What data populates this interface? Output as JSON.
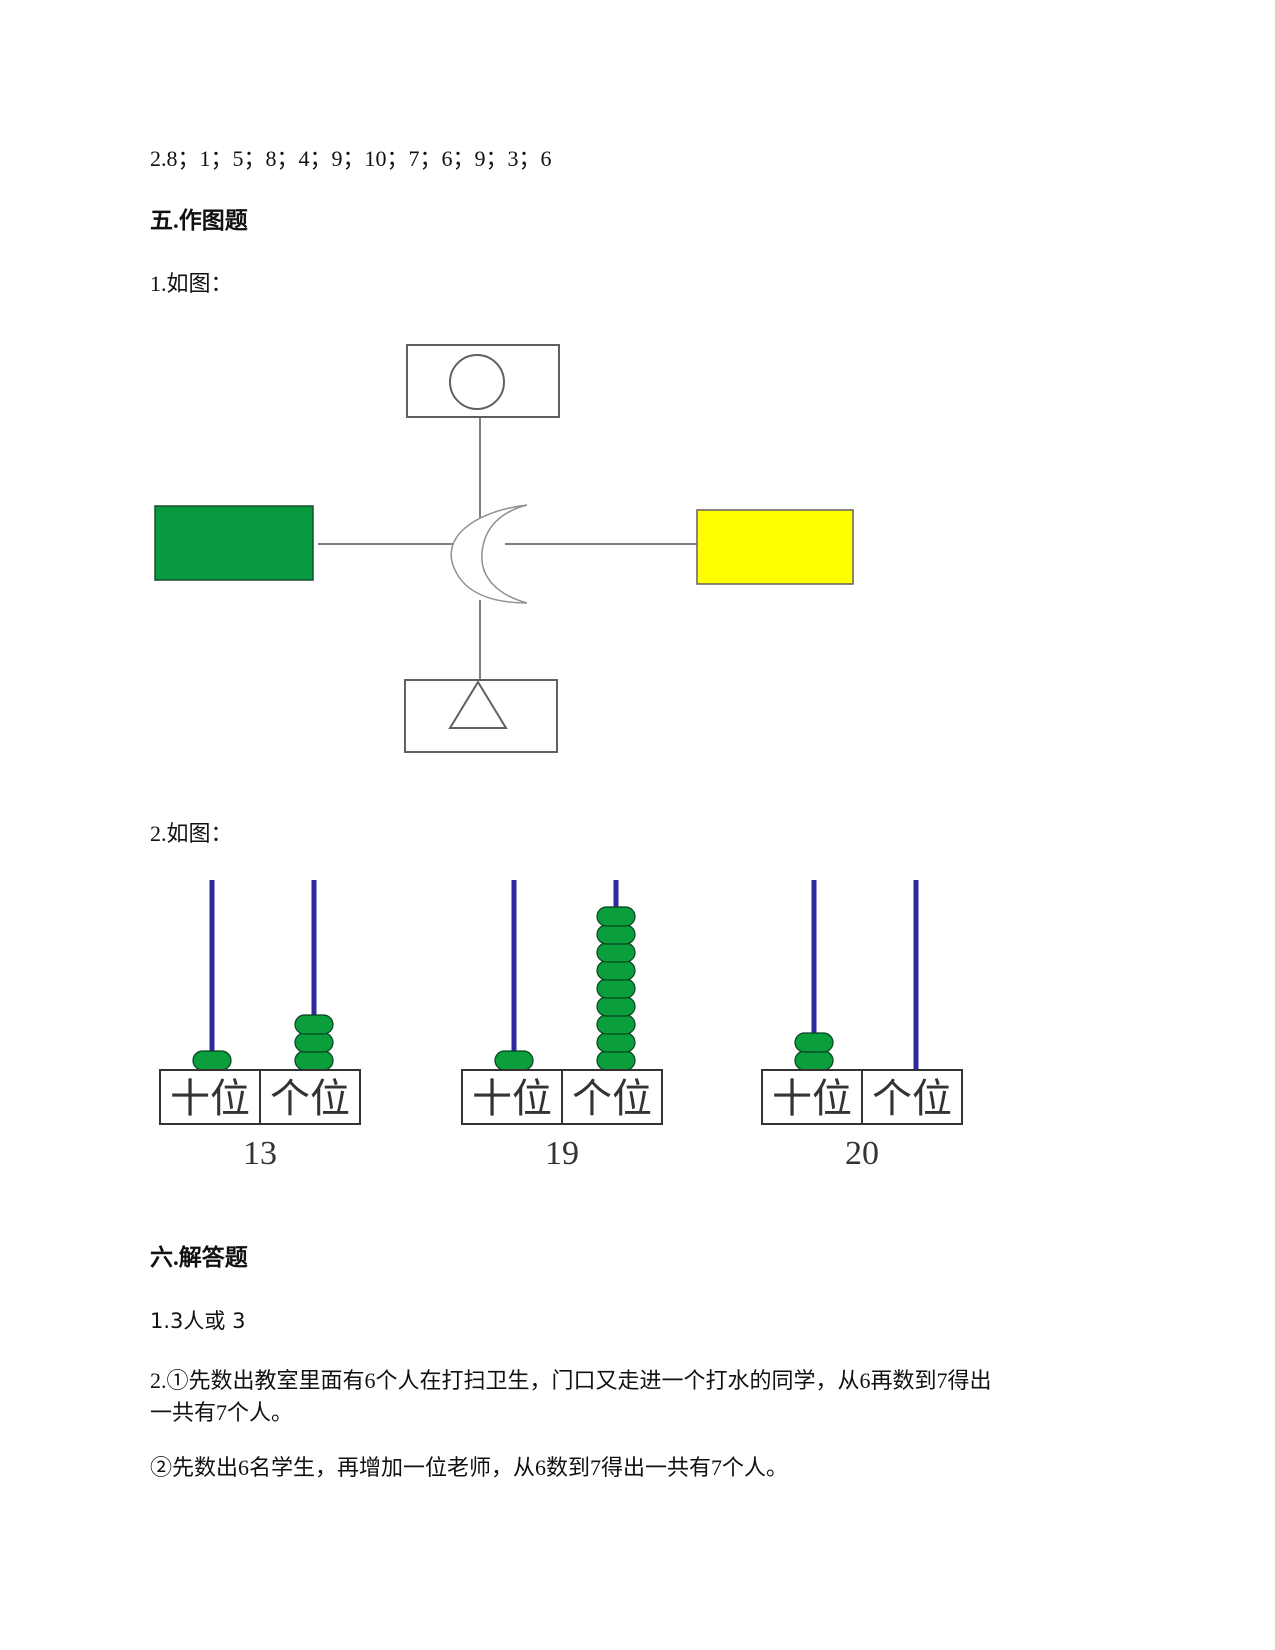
{
  "answers_line": "2.8；1；5；8；4；9；10；7；6；9；3；6",
  "section5": {
    "title": "五.作图题",
    "q1": "1.如图：",
    "q2": "2.如图：",
    "figure1": {
      "colors": {
        "left_rect": "#079A3F",
        "right_rect": "#FFFF00",
        "line": "#808080",
        "box": "#606060"
      }
    },
    "abacus": {
      "tens_label": "十位",
      "ones_label": "个位",
      "rod_color": "#2E2A9E",
      "bead_color": "#0A9E3C",
      "items": [
        {
          "number": "13",
          "tens": 1,
          "ones": 3
        },
        {
          "number": "19",
          "tens": 1,
          "ones": 9
        },
        {
          "number": "20",
          "tens": 2,
          "ones": 0
        }
      ]
    }
  },
  "section6": {
    "title": "六.解答题",
    "q1": "1.3人或 3",
    "q2_line1": "2.①先数出教室里面有6个人在打扫卫生，门口又走进一个打水的同学，从6再数到7得出",
    "q2_line2": "一共有7个人。",
    "q2_part2": "②先数出6名学生，再增加一位老师，从6数到7得出一共有7个人。"
  }
}
